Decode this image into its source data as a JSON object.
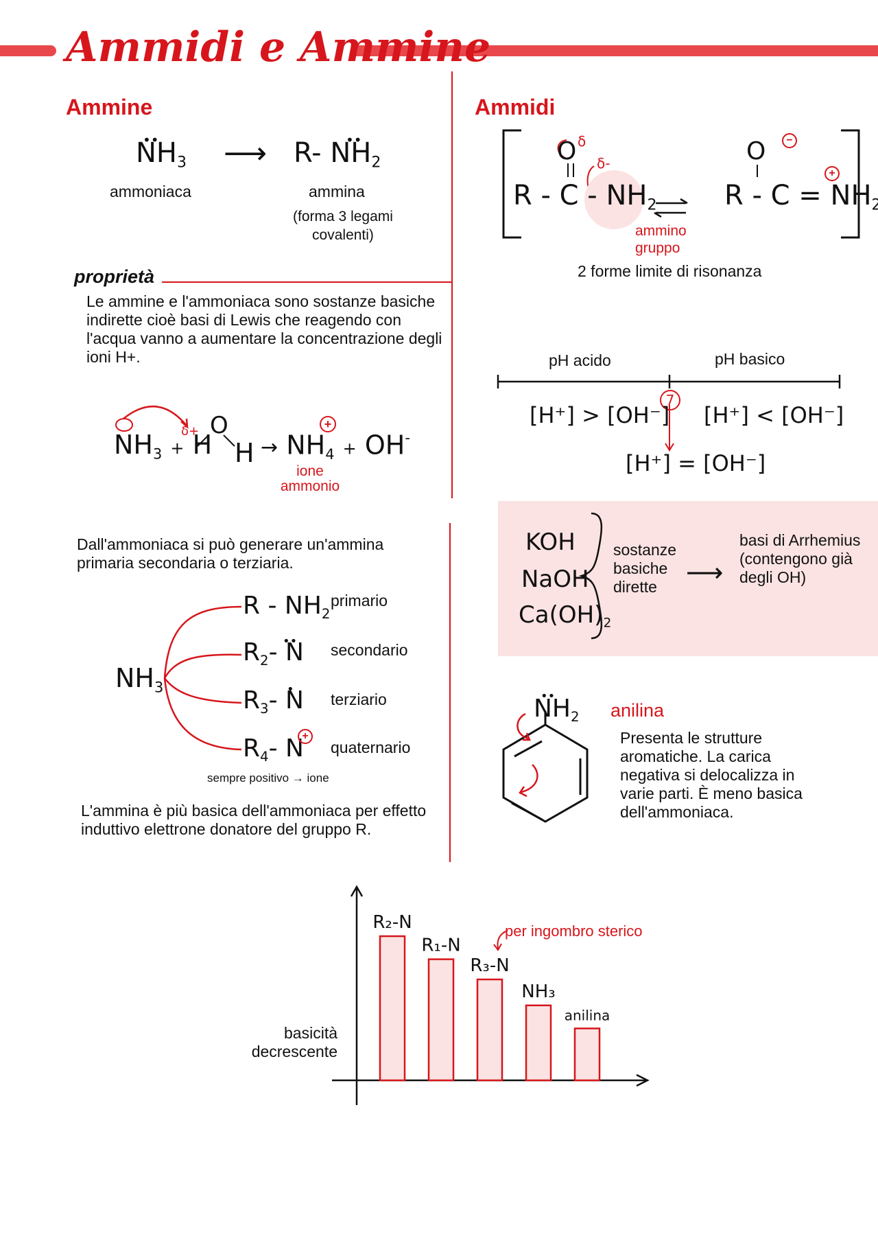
{
  "title": "Ammidi e Ammine",
  "colors": {
    "accent": "#d6161c",
    "tint": "#fbe3e3",
    "bar": "#f06a6a"
  },
  "ammine": {
    "heading": "Ammine",
    "nh3": "NH",
    "nh3_sub": "3",
    "amina_formula": "R- NH",
    "amina_sub": "2",
    "ammoniaca_label": "ammoniaca",
    "ammina_label": "ammina",
    "ammina_note": "(forma 3 legami covalenti)",
    "proprieta_heading": "proprietà",
    "proprieta_text": "Le ammine e l'ammoniaca sono sostanze basiche indirette cioè basi di Lewis che reagendo con l'acqua vanno a aumentare la concentrazione degli ioni H+.",
    "reaction_nh3": "NH",
    "reaction_plus1": "+",
    "reaction_h1": "H",
    "reaction_o": "O",
    "reaction_h2": "H",
    "reaction_arrow": "→",
    "reaction_nh4": "NH",
    "reaction_nh4_sub": "4",
    "reaction_plus2": "+",
    "reaction_oh": "OH",
    "reaction_oh_sup": "-",
    "delta_plus": "δ+",
    "plus_charge": "+",
    "ione_label": "ione ammonio",
    "gen_text": "Dall'ammoniaca si può generare un'ammina primaria secondaria o terziaria.",
    "tree_root": "NH",
    "tree_root_sub": "3",
    "tree": [
      {
        "formula": "R - NH",
        "sub": "2",
        "label": "primario"
      },
      {
        "formula": "R",
        "sub": "2",
        "tail": "- N",
        "label": "secondario"
      },
      {
        "formula": "R",
        "sub": "3",
        "tail": "- N",
        "label": "terziario"
      },
      {
        "formula": "R",
        "sub": "4",
        "tail": "- N",
        "label": "quaternario"
      }
    ],
    "quaternario_note": "sempre positivo",
    "quaternario_note_tail": "ione",
    "basicita_text": "L'ammina è più basica dell'ammoniaca per effetto induttivo elettrone donatore del gruppo R."
  },
  "ammidi": {
    "heading": "Ammidi",
    "left_form": {
      "r": "R - C - NH",
      "sub": "2",
      "o": "O",
      "delta1": "δ",
      "delta2": "δ-"
    },
    "right_form": {
      "r": "R - C = NH",
      "sub": "2",
      "o": "O",
      "minus": "−",
      "plus": "+"
    },
    "group_label": "ammino gruppo",
    "resonance_caption": "2 forme limite di risonanza"
  },
  "ph": {
    "acid_label": "pH acido",
    "basic_label": "pH basico",
    "acid_rel": "[H⁺] > [OH⁻]",
    "basic_rel": "[H⁺] < [OH⁻]",
    "neutral_value": "7",
    "neutral_rel": "[H⁺] = [OH⁻]"
  },
  "basi": {
    "compounds": [
      "KOH",
      "NaOH",
      "Ca(OH)"
    ],
    "caoh_sub": "2",
    "middle": "sostanze basiche dirette",
    "right": "basi di Arrhemius (contengono già degli OH)"
  },
  "anilina": {
    "nh2": "NH",
    "nh2_sub": "2",
    "title": "anilina",
    "text": "Presenta le strutture aromatiche. La carica negativa si delocalizza in varie parti. È meno basica dell'ammoniaca."
  },
  "chart_data": {
    "type": "bar",
    "categories": [
      "R₂-N",
      "R₁-N",
      "R₃-N",
      "NH₃",
      "anilina"
    ],
    "values": [
      5,
      4.2,
      3.5,
      2.6,
      1.8
    ],
    "ylabel": "basicità decrescente",
    "annotation": "per ingombro sterico",
    "grid": false
  }
}
